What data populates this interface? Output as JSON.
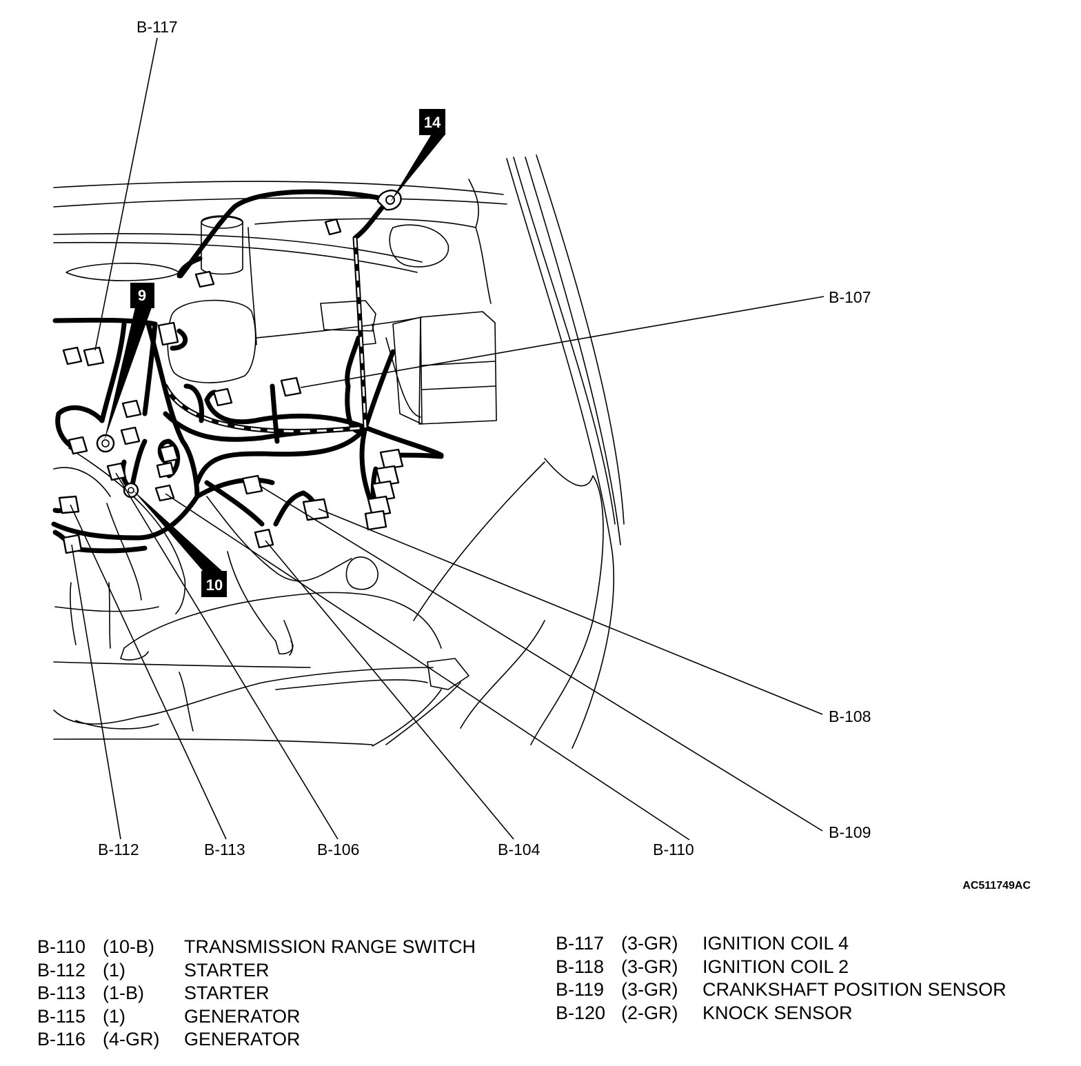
{
  "figure_id": "AC511749AC",
  "callouts": {
    "b117": "B-117",
    "b107": "B-107",
    "b108": "B-108",
    "b109": "B-109",
    "b110": "B-110",
    "b104": "B-104",
    "b106": "B-106",
    "b113": "B-113",
    "b112": "B-112"
  },
  "ground_refs": {
    "r14": "14",
    "r9": "9",
    "r10": "10"
  },
  "legend_left": [
    {
      "code": "B-110",
      "spec": "(10-B)",
      "name": "TRANSMISSION RANGE SWITCH"
    },
    {
      "code": "B-112",
      "spec": "(1)",
      "name": "STARTER"
    },
    {
      "code": "B-113",
      "spec": "(1-B)",
      "name": "STARTER"
    },
    {
      "code": "B-115",
      "spec": "(1)",
      "name": "GENERATOR"
    },
    {
      "code": "B-116",
      "spec": "(4-GR)",
      "name": "GENERATOR"
    }
  ],
  "legend_right": [
    {
      "code": "B-117",
      "spec": "(3-GR)",
      "name": "IGNITION COIL 4"
    },
    {
      "code": "B-118",
      "spec": "(3-GR)",
      "name": "IGNITION COIL 2"
    },
    {
      "code": "B-119",
      "spec": "(3-GR)",
      "name": "CRANKSHAFT POSITION SENSOR"
    },
    {
      "code": "B-120",
      "spec": "(2-GR)",
      "name": "KNOCK SENSOR"
    }
  ]
}
